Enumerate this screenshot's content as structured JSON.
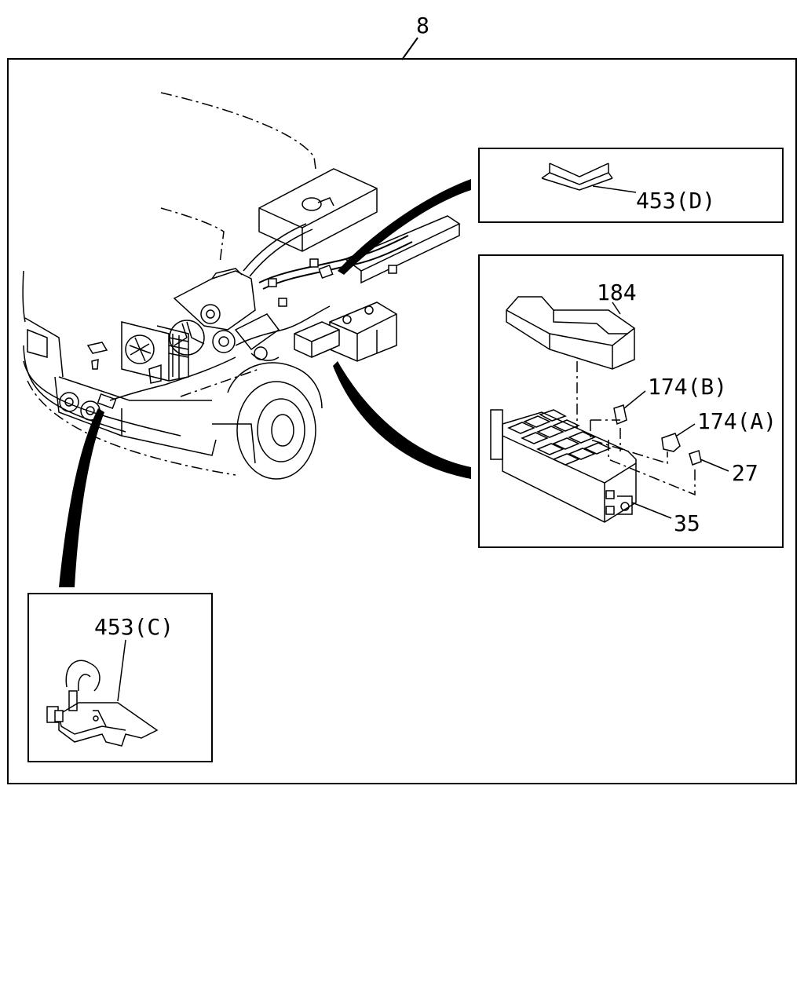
{
  "figure": {
    "assembly_label": "8",
    "callouts": {
      "d": "453(D)",
      "c": "453(C)",
      "cover": "184",
      "relay_b": "174(B)",
      "relay_a": "174(A)",
      "fuse": "27",
      "box": "35"
    }
  }
}
